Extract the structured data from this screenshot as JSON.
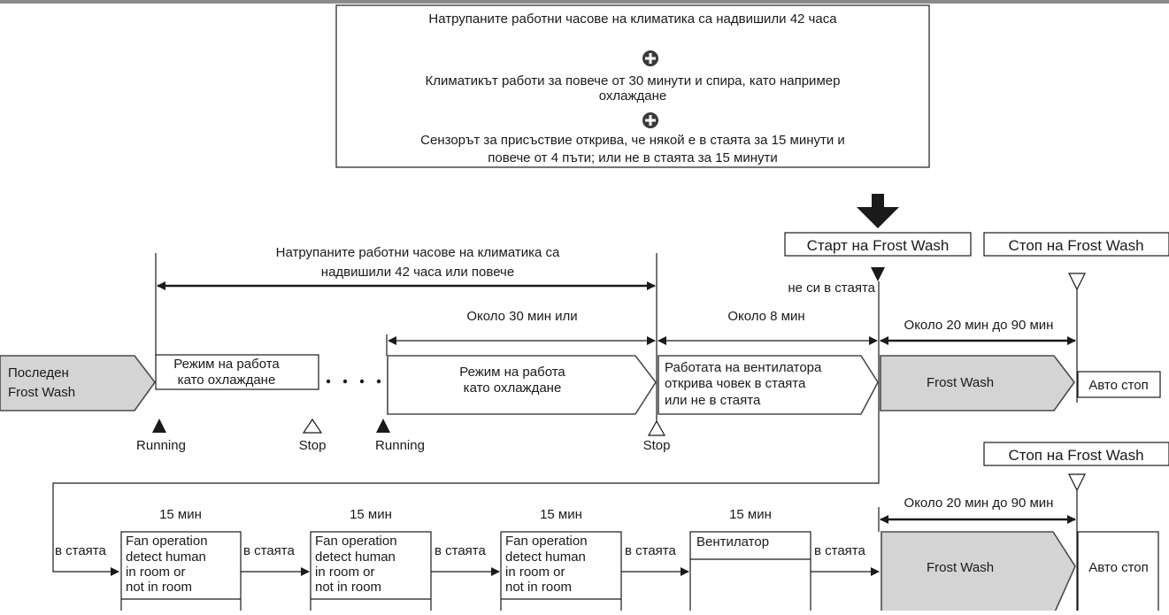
{
  "conditions": {
    "line1": "Натрупаните работни часове на климатика са надвишили 42 часа",
    "line2a": "Климатикът работи за повече от 30 минути и спира, като например",
    "line2b": "охлаждане",
    "line3a": "Сензорът за присъствие открива, че някой е в стаята за 15 минути и",
    "line3b": "повече от 4 пъти; или не в стаята за 15 минути"
  },
  "timeline": {
    "accumulated_a": "Натрупаните работни часове на климатика са",
    "accumulated_b": "надвишили 42 часа или повече",
    "about_30": "Около 30 мин или",
    "about_8": "Около 8 мин",
    "about_20_90": "Около 20 мин до 90 мин",
    "start_frost_wash": "Старт на Frost Wash",
    "stop_frost_wash": "Стоп на Frost Wash",
    "not_in_room": "не си в стаята",
    "last_frost_wash_a": "Последен",
    "last_frost_wash_b": "Frost Wash",
    "cooling_mode_a": "Режим на работа",
    "cooling_mode_b": "като охлаждане",
    "fan_detect_a": "Работата на вентилатора",
    "fan_detect_b": "открива човек в стаята",
    "fan_detect_c": "или не в стаята",
    "frost_wash": "Frost Wash",
    "auto_stop": "Авто стоп",
    "running": "Running",
    "stop": "Stop"
  },
  "sequence": {
    "min15": "15 мин",
    "in_room": "в стаята",
    "fan_op_a": "Fan operation",
    "fan_op_b": "detect human",
    "fan_op_c": "in room or",
    "fan_op_d": "not in room",
    "fan": "Вентилатор",
    "about_20_90": "Около 20 мин до 90 мин",
    "stop_frost_wash": "Стоп на Frost Wash",
    "frost_wash": "Frost Wash",
    "auto_stop": "Авто стоп"
  },
  "colors": {
    "line": "#1a1a1a",
    "gray_fill": "#d4d4d4",
    "outline": "#4a4a4a"
  }
}
